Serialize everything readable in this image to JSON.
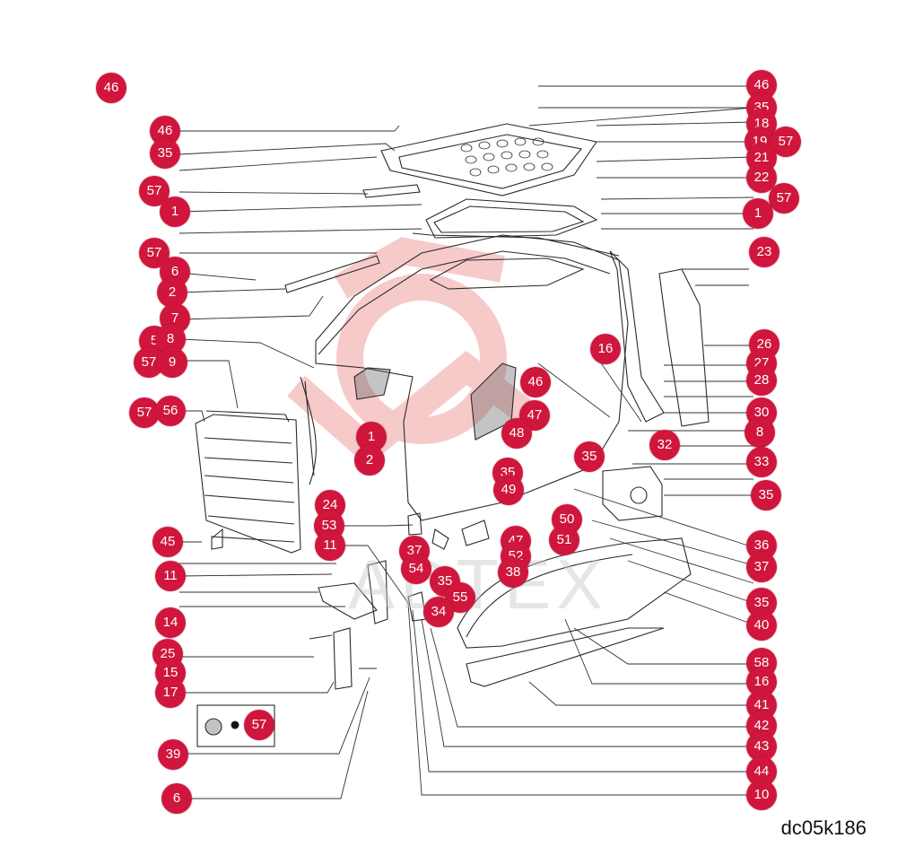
{
  "drawing_code": "dc05k186",
  "watermark_text": "ADTEX",
  "accent_color": "#d0163c",
  "watermark_color": "#f2a0a0",
  "callouts": [
    {
      "label": "46"
    },
    {
      "label": "46"
    },
    {
      "label": "35"
    },
    {
      "label": "57"
    },
    {
      "label": "1"
    },
    {
      "label": "57"
    },
    {
      "label": "6"
    },
    {
      "label": "2"
    },
    {
      "label": "7"
    },
    {
      "label": "5"
    },
    {
      "label": "8"
    },
    {
      "label": "57"
    },
    {
      "label": "9"
    },
    {
      "label": "57"
    },
    {
      "label": "56"
    },
    {
      "label": "1"
    },
    {
      "label": "2"
    },
    {
      "label": "46"
    },
    {
      "label": "35"
    },
    {
      "label": "18"
    },
    {
      "label": "19"
    },
    {
      "label": "57"
    },
    {
      "label": "21"
    },
    {
      "label": "22"
    },
    {
      "label": "57"
    },
    {
      "label": "1"
    },
    {
      "label": "23"
    },
    {
      "label": "16"
    },
    {
      "label": "26"
    },
    {
      "label": "27"
    },
    {
      "label": "28"
    },
    {
      "label": "30"
    },
    {
      "label": "8"
    },
    {
      "label": "32"
    },
    {
      "label": "35"
    },
    {
      "label": "33"
    },
    {
      "label": "35"
    },
    {
      "label": "46"
    },
    {
      "label": "47"
    },
    {
      "label": "48"
    },
    {
      "label": "35"
    },
    {
      "label": "49"
    },
    {
      "label": "50"
    },
    {
      "label": "47"
    },
    {
      "label": "51"
    },
    {
      "label": "52"
    },
    {
      "label": "24"
    },
    {
      "label": "53"
    },
    {
      "label": "11"
    },
    {
      "label": "37"
    },
    {
      "label": "54"
    },
    {
      "label": "38"
    },
    {
      "label": "35"
    },
    {
      "label": "55"
    },
    {
      "label": "34"
    },
    {
      "label": "36"
    },
    {
      "label": "37"
    },
    {
      "label": "35"
    },
    {
      "label": "40"
    },
    {
      "label": "58"
    },
    {
      "label": "16"
    },
    {
      "label": "41"
    },
    {
      "label": "42"
    },
    {
      "label": "43"
    },
    {
      "label": "44"
    },
    {
      "label": "10"
    },
    {
      "label": "45"
    },
    {
      "label": "11"
    },
    {
      "label": "14"
    },
    {
      "label": "25"
    },
    {
      "label": "15"
    },
    {
      "label": "17"
    },
    {
      "label": "57"
    },
    {
      "label": "39"
    },
    {
      "label": "6"
    }
  ]
}
